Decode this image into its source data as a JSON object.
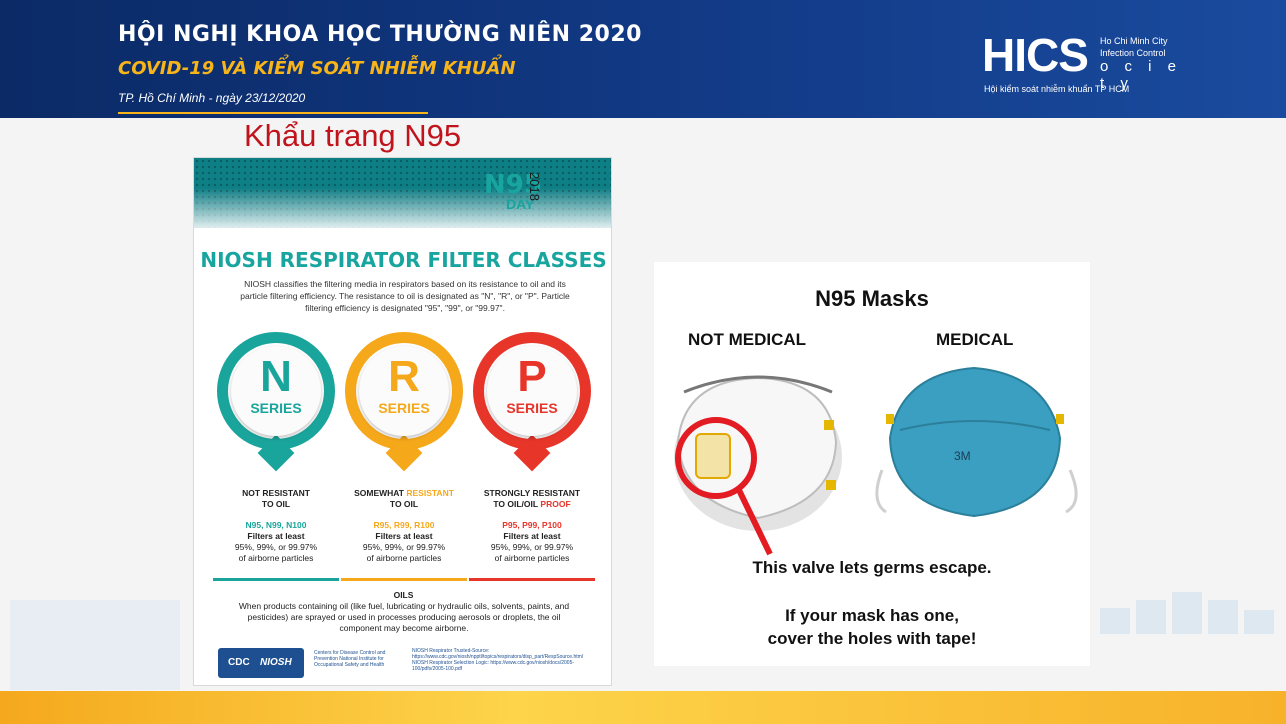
{
  "header": {
    "title": "HỘI NGHỊ KHOA HỌC THƯỜNG NIÊN 2020",
    "subtitle": "COVID-19 VÀ KIỂM SOÁT NHIỄM KHUẨN",
    "location_date": "TP. Hồ Chí Minh - ngày 23/12/2020"
  },
  "logo": {
    "wordmark": "HICS",
    "line1": "Ho Chi Minh City",
    "line2": "Infection Control",
    "line3": "o c i e t y",
    "tagline": "Hội kiểm soát nhiễm khuẩn TP HCM"
  },
  "slide_title": "Khẩu trang N95",
  "poster": {
    "badge": "N95",
    "badge_day": "DAY",
    "badge_year": "2018",
    "title": "NIOSH RESPIRATOR FILTER CLASSES",
    "intro": "NIOSH classifies the filtering media in respirators based on its resistance to oil and its particle filtering efficiency. The resistance to oil is designated as \"N\", \"R\", or \"P\". Particle filtering efficiency is designated \"95\", \"99\", or \"99.97\".",
    "series_word": "SERIES",
    "classes": [
      {
        "letter": "N",
        "color": "#1aa59c",
        "res_a": "NOT RESISTANT",
        "res_hl": "",
        "res_b": "TO OIL",
        "codes": "N95, N99, N100",
        "f1": "Filters at least",
        "f2": "95%, 99%, or 99.97%",
        "f3": "of airborne particles"
      },
      {
        "letter": "R",
        "color": "#f6a81b",
        "res_a": "SOMEWHAT",
        "res_hl": "RESISTANT",
        "res_b": "TO OIL",
        "codes": "R95, R99, R100",
        "f1": "Filters at least",
        "f2": "95%, 99%, or 99.97%",
        "f3": "of airborne particles"
      },
      {
        "letter": "P",
        "color": "#e8352a",
        "res_a": "STRONGLY RESISTANT",
        "res_hl": "PROOF",
        "res_b": "TO OIL/OIL",
        "codes": "P95, P99, P100",
        "f1": "Filters at least",
        "f2": "95%, 99%, or 99.97%",
        "f3": "of airborne particles"
      }
    ],
    "oils_title": "OILS",
    "oils_text": "When products containing oil (like fuel, lubricating or hydraulic oils, solvents, paints, and pesticides) are sprayed or used in processes producing aerosols or droplets, the oil component may become airborne.",
    "cdc_label": "CDC",
    "niosh_label": "NIOSH",
    "footer_org": "Centers for Disease Control and Prevention National Institute for Occupational Safety and Health",
    "footer_links": "NIOSH Respirator Trusted-Source: https://www.cdc.gov/niosh/npptl/topics/respirators/disp_part/RespSource.html NIOSH Respirator Selection Logic: https://www.cdc.gov/niosh/docs/2005-100/pdfs/2005-100.pdf"
  },
  "masks": {
    "title": "N95 Masks",
    "left_label": "NOT MEDICAL",
    "right_label": "MEDICAL",
    "mask_brand": "3M",
    "valve_note": "This valve lets germs escape.",
    "tip_line1": "If your mask has one,",
    "tip_line2": "cover the holes with tape!"
  }
}
